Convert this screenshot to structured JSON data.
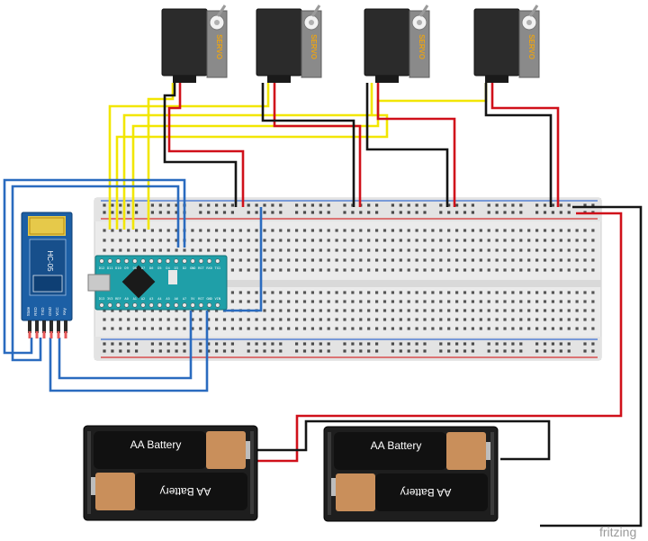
{
  "servos": [
    {
      "label": "SERVO"
    },
    {
      "label": "SERVO"
    },
    {
      "label": "SERVO"
    },
    {
      "label": "SERVO"
    }
  ],
  "bluetooth": {
    "module": "HC-05",
    "pins": [
      "State",
      "RXD",
      "TXD",
      "GND",
      "VCC",
      "Key"
    ]
  },
  "arduino": {
    "top_pins": [
      "D12",
      "D11",
      "D10",
      "D9",
      "D8",
      "D7",
      "D6",
      "D5",
      "D4",
      "D3",
      "D2",
      "GND",
      "RST",
      "RX0",
      "TX1"
    ],
    "bottom_pins": [
      "D13",
      "3V3",
      "REF",
      "A0",
      "A1",
      "A2",
      "A3",
      "A4",
      "A5",
      "A6",
      "A7",
      "5V",
      "RST",
      "GND",
      "VIN"
    ]
  },
  "batteries": [
    {
      "top_label": "AA Battery",
      "bottom_label": "AA Battery"
    },
    {
      "top_label": "AA Battery",
      "bottom_label": "AA Battery"
    }
  ],
  "watermark": "fritzing",
  "colors": {
    "wire_yellow": "#f2e600",
    "wire_red": "#d0101a",
    "wire_black": "#151515",
    "wire_blue": "#2a6bbf",
    "board_teal": "#1f9fa8",
    "servo_body": "#2b2b2b",
    "servo_label": "#e8a317",
    "breadboard": "#ebebeb",
    "battery_copper": "#c98f5b"
  }
}
